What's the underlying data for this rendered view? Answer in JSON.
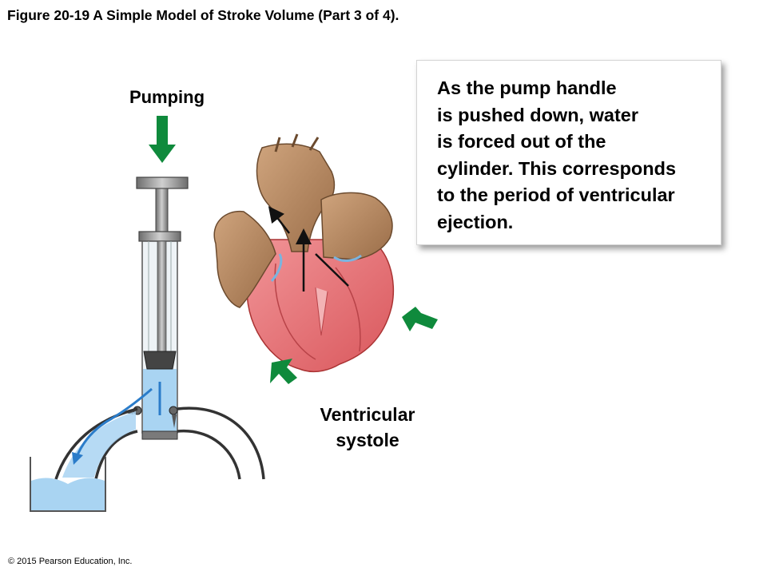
{
  "figure": {
    "title": "Figure 20-19 A Simple Model of Stroke Volume (Part 3 of 4).",
    "copyright": "© 2015 Pearson Education, Inc."
  },
  "labels": {
    "pumping": "Pumping",
    "systole_line1": "Ventricular",
    "systole_line2": "systole"
  },
  "callout": {
    "lines": [
      "As the pump handle",
      "is pushed down, water",
      "is forced out of the",
      "cylinder. This corresponds",
      "to the period of ventricular",
      "ejection."
    ]
  },
  "colors": {
    "arrow_green": "#0f8a3c",
    "water": "#a9d4f2",
    "flow_arrow": "#2b7cc9",
    "ventricle": "#e86e72",
    "atrium": "#b98a63",
    "pump_metal": "#8a8a8a"
  }
}
